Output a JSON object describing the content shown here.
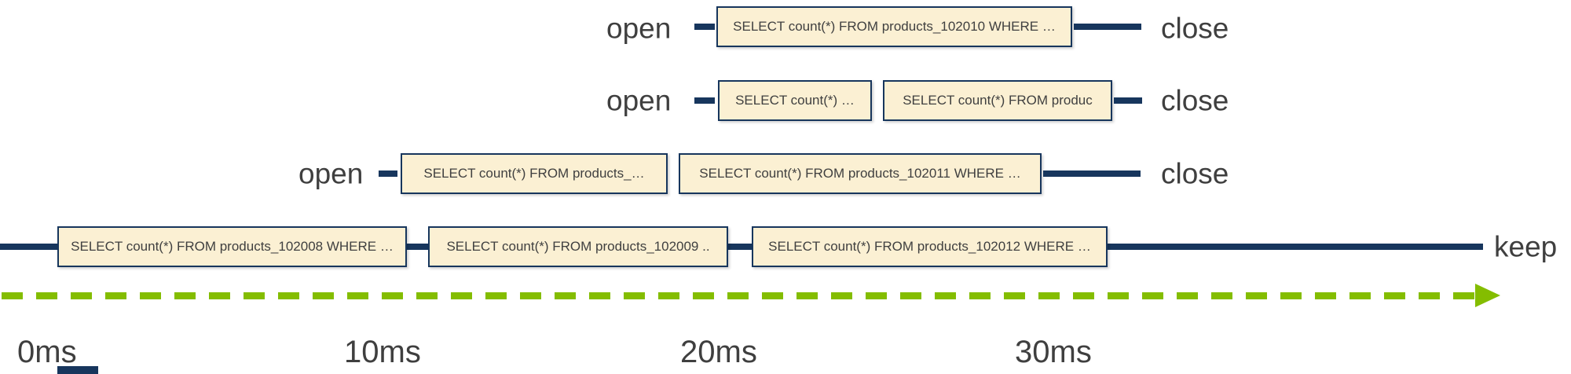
{
  "colors": {
    "navy": "#17365D",
    "box_fill": "#FBF0D3",
    "green": "#84BD00",
    "label_text": "#3F3F3F",
    "box_text": "#404040"
  },
  "connections": [
    {
      "open_label": "open",
      "close_label": "close",
      "queries": [
        "SELECT count(*) FROM products_102010 WHERE …"
      ]
    },
    {
      "open_label": "open",
      "close_label": "close",
      "queries": [
        "SELECT count(*) …",
        "SELECT count(*) FROM  produc"
      ]
    },
    {
      "open_label": "open",
      "close_label": "close",
      "queries": [
        "SELECT count(*) FROM products_…",
        "SELECT count(*) FROM products_102011 WHERE …"
      ]
    },
    {
      "end_label": "keep",
      "queries": [
        "SELECT count(*) FROM products_102008 WHERE …",
        "SELECT count(*) FROM products_102009 ..",
        "SELECT count(*) FROM products_102012 WHERE …"
      ]
    }
  ],
  "time_axis": {
    "ticks": [
      "0ms",
      "10ms",
      "20ms",
      "30ms"
    ]
  }
}
